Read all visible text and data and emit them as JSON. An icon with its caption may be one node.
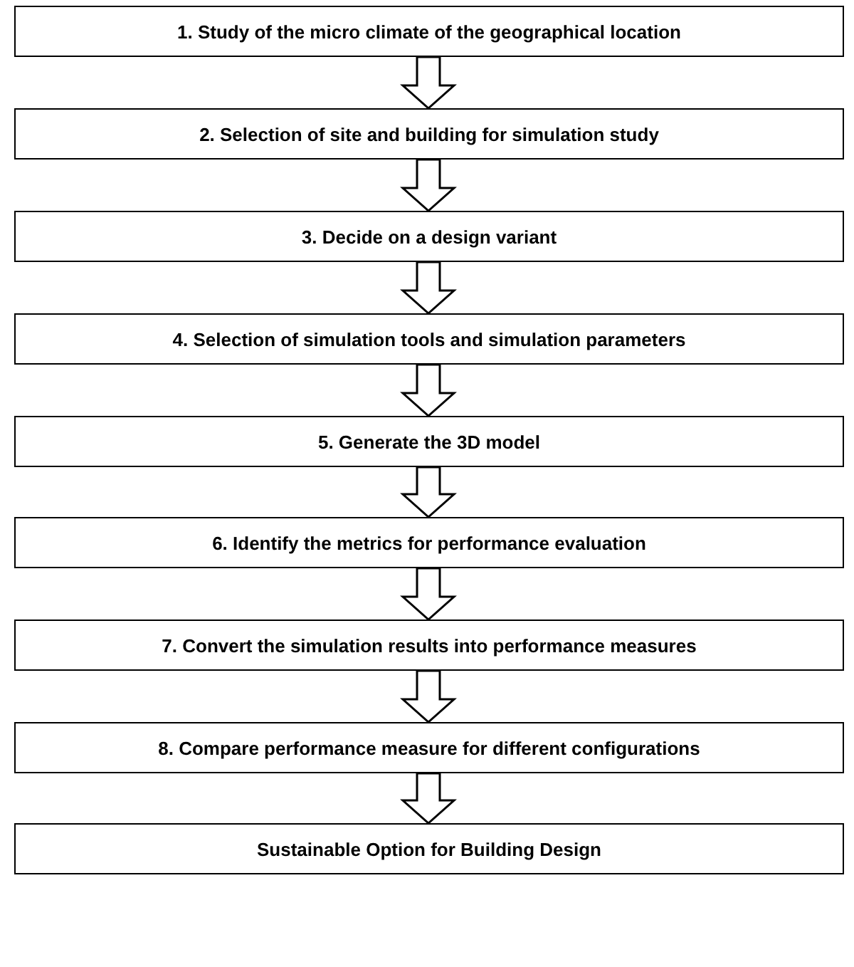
{
  "diagram": {
    "nodes": [
      {
        "text": [
          "1. Study of the micro climate of the geographical location"
        ]
      },
      {
        "text": [
          "2. Selection of site and building for simulation study"
        ]
      },
      {
        "text": [
          "3. Decide on a design variant"
        ]
      },
      {
        "text": [
          "4. Selection of simulation tools and simulation parameters"
        ]
      },
      {
        "text": [
          "5. Generate the 3D model"
        ]
      },
      {
        "text": [
          "6. Identify the metrics for performance evaluation"
        ]
      },
      {
        "text": [
          "7. Convert the simulation results into performance measures"
        ]
      },
      {
        "text": [
          "8. Compare performance measure for different configurations"
        ]
      },
      {
        "text": [
          "Sustainable Option for Building Design"
        ]
      }
    ],
    "edges": [
      {
        "from": 0,
        "to": 1,
        "arrow": "to"
      },
      {
        "from": 1,
        "to": 2,
        "arrow": "to"
      },
      {
        "from": 2,
        "to": 3,
        "arrow": "to"
      },
      {
        "from": 3,
        "to": 4,
        "arrow": "to"
      },
      {
        "from": 4,
        "to": 5,
        "arrow": "to"
      },
      {
        "from": 5,
        "to": 6,
        "arrow": "to"
      },
      {
        "from": 6,
        "to": 7,
        "arrow": "to"
      },
      {
        "from": 7,
        "to": 8,
        "arrow": "to"
      }
    ]
  }
}
